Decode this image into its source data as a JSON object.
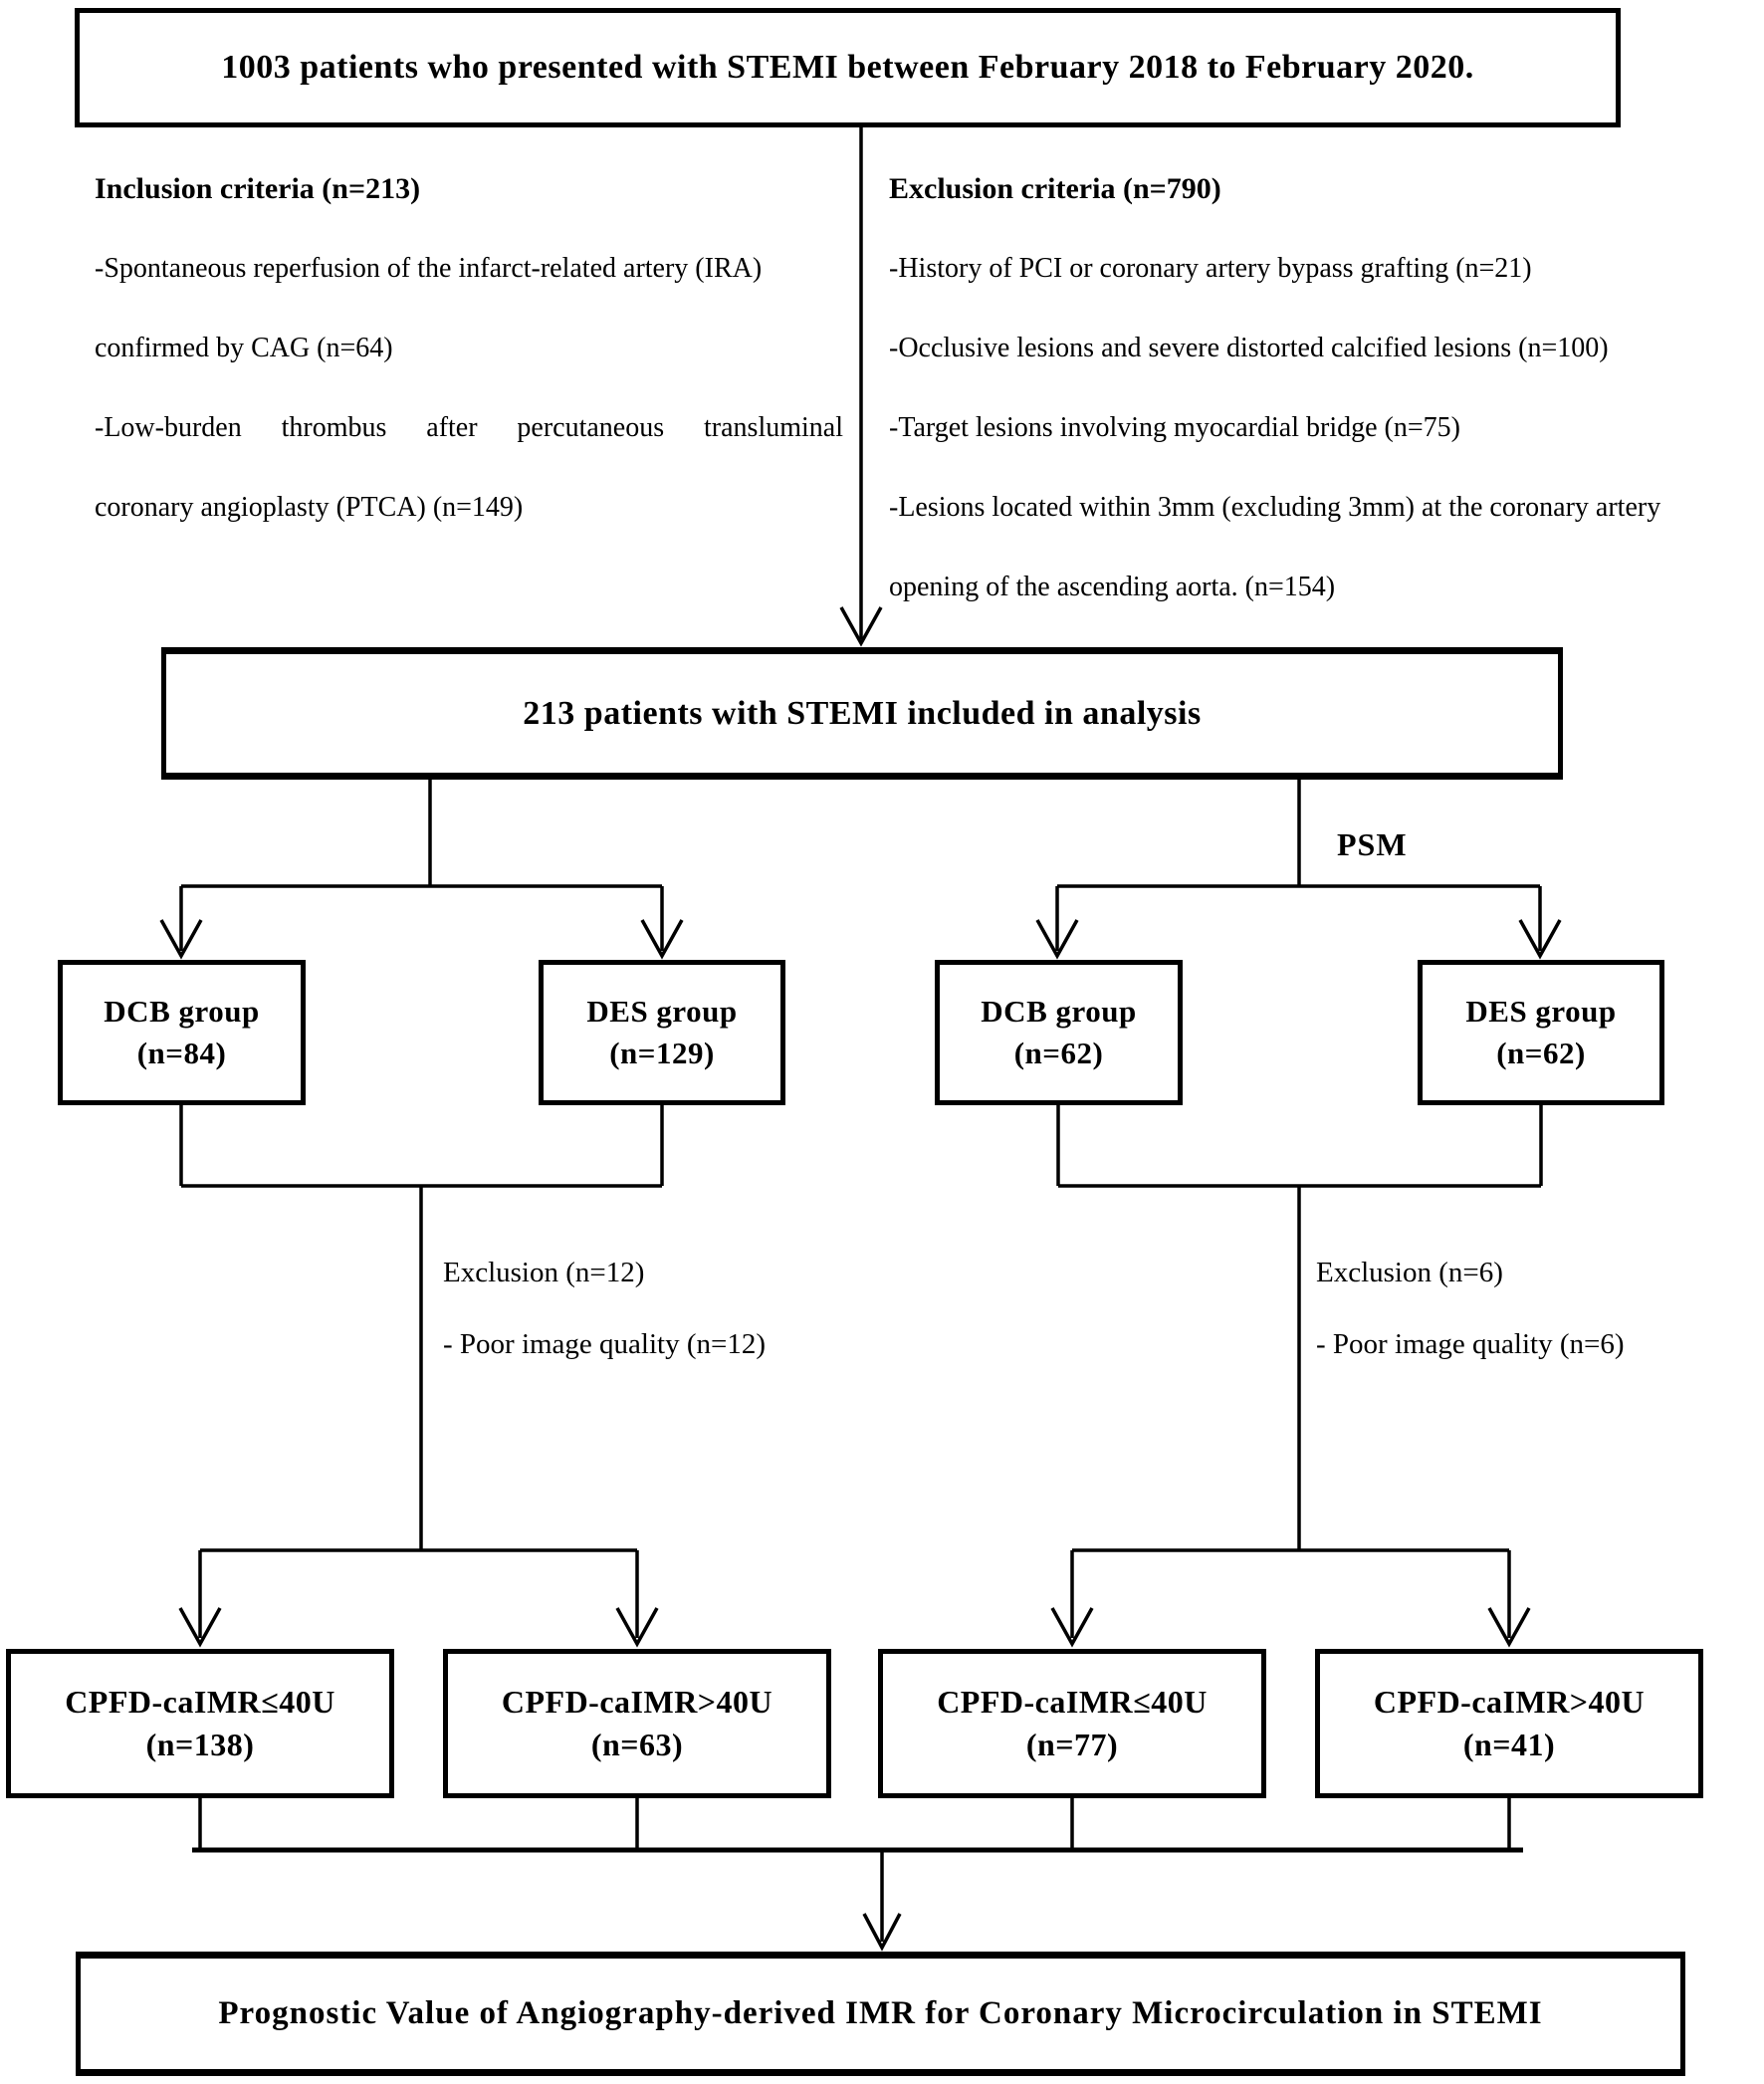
{
  "colors": {
    "line": "#000000",
    "text": "#000000",
    "background": "#ffffff"
  },
  "top_box": {
    "text": "1003 patients who presented with STEMI between February 2018 to February 2020."
  },
  "inclusion": {
    "heading": "Inclusion criteria (n=213)",
    "lines": [
      "-Spontaneous reperfusion of the infarct-related artery (IRA)",
      "confirmed by CAG (n=64)",
      "-Low-burden thrombus after percutaneous transluminal",
      "coronary angioplasty (PTCA) (n=149)"
    ]
  },
  "exclusion": {
    "heading": "Exclusion criteria (n=790)",
    "lines": [
      "-History of PCI or coronary artery bypass grafting (n=21)",
      "-Occlusive lesions and severe distorted calcified lesions (n=100)",
      "-Target lesions involving myocardial bridge (n=75)",
      "-Lesions located within 3mm (excluding 3mm) at the coronary artery",
      "opening of the ascending aorta. (n=154)"
    ]
  },
  "analysis_box": {
    "text": "213 patients with STEMI included in analysis"
  },
  "psm_label": "PSM",
  "groups": {
    "full_dcb": {
      "line1": "DCB group",
      "line2": "(n=84)"
    },
    "full_des": {
      "line1": "DES group",
      "line2": "(n=129)"
    },
    "psm_dcb": {
      "line1": "DCB group",
      "line2": "(n=62)"
    },
    "psm_des": {
      "line1": "DES group",
      "line2": "(n=62)"
    }
  },
  "exclusion_notes": {
    "left": {
      "line1": "Exclusion (n=12)",
      "line2": "- Poor image quality (n=12)"
    },
    "right": {
      "line1": "Exclusion (n=6)",
      "line2": "- Poor image quality (n=6)"
    }
  },
  "imr_boxes": {
    "full_low": {
      "line1": "CPFD-caIMR≤40U",
      "line2": "(n=138)"
    },
    "full_high": {
      "line1": "CPFD-caIMR>40U",
      "line2": "(n=63)"
    },
    "psm_low": {
      "line1": "CPFD-caIMR≤40U",
      "line2": "(n=77)"
    },
    "psm_high": {
      "line1": "CPFD-caIMR>40U",
      "line2": "(n=41)"
    }
  },
  "outcome_box": {
    "text": "Prognostic Value of Angiography-derived IMR for Coronary Microcirculation in STEMI"
  }
}
